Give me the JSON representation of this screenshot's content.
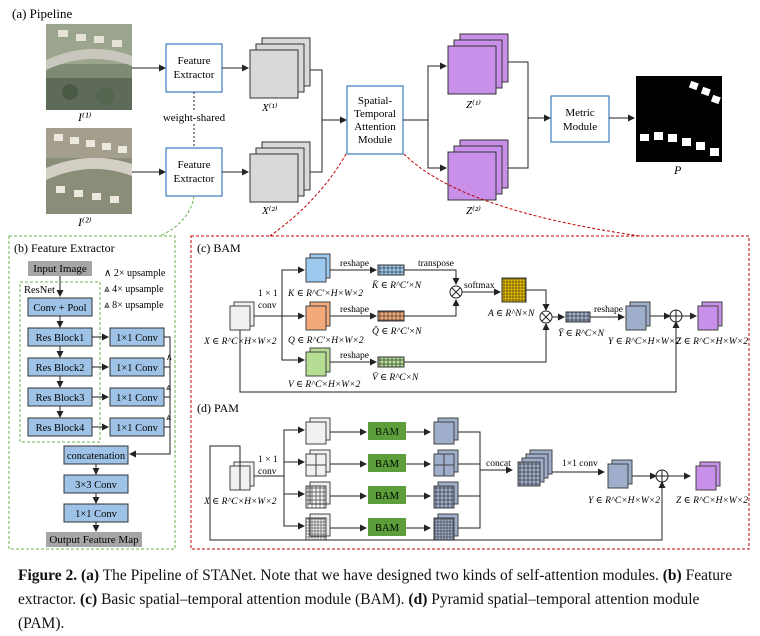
{
  "pipeline": {
    "section_label": "(a) Pipeline",
    "image1_label": "I⁽¹⁾",
    "image2_label": "I⁽²⁾",
    "feature_extractor_label": [
      "Feature",
      "Extractor"
    ],
    "weight_shared": "weight-shared",
    "x1_label": "X⁽¹⁾",
    "x2_label": "X⁽²⁾",
    "stam_label": [
      "Spatial-",
      "Temporal",
      "Attention",
      "Module"
    ],
    "z1_label": "Z⁽¹⁾",
    "z2_label": "Z⁽²⁾",
    "metric_label": [
      "Metric",
      "Module"
    ],
    "p_label": "P"
  },
  "feature_extractor": {
    "section_label": "(b) Feature Extractor",
    "input": "Input Image",
    "resnet": "ResNet",
    "conv_pool": "Conv + Pool",
    "blocks": [
      "Res Block1",
      "Res Block2",
      "Res Block3",
      "Res Block4"
    ],
    "conv1x1": "1×1 Conv",
    "concat": "concatenation",
    "conv3x3": "3×3 Conv",
    "output": "Output Feature Map",
    "legend": [
      "∧ 2× upsample",
      "⩓ 4× upsample",
      "⩓ 8× upsample"
    ]
  },
  "bam": {
    "section_label": "(c) BAM",
    "conv_label": [
      "1 × 1",
      "conv"
    ],
    "x": "X ∈ R^C×H×W×2",
    "k": "K ∈ R^C'×H×W×2",
    "q": "Q ∈ R^C'×H×W×2",
    "v": "V ∈ R^C×H×W×2",
    "k_bar": "K̄ ∈ R^C'×N",
    "q_bar": "Q̄ ∈ R^C'×N",
    "v_bar": "V̄ ∈ R^C×N",
    "reshape": "reshape",
    "transpose": "transpose",
    "softmax": "softmax",
    "a": "A ∈ R^N×N",
    "y_bar": "Ȳ ∈ R^C×N",
    "y": "Y ∈ R^C×H×W×2",
    "z": "Z ∈ R^C×H×W×2"
  },
  "pam": {
    "section_label": "(d) PAM",
    "conv_label": [
      "1 × 1",
      "conv"
    ],
    "x": "X ∈ R^C×H×W×2",
    "bam": "BAM",
    "concat": "concat",
    "conv1x1": "1×1 conv",
    "y": "Y ∈ R^C×H×W×2",
    "z": "Z ∈ R^C×H×W×2"
  },
  "caption": {
    "fig": "Figure 2.",
    "a": "(a)",
    "a_text": " The Pipeline of STANet. Note that we have designed two kinds of self-attention modules.",
    "b": "(b)",
    "b_text": " Feature extractor. ",
    "c": "(c)",
    "c_text": " Basic spatial–temporal attention module (BAM). ",
    "d": "(d)",
    "d_text": " Pyramid spatial–temporal attention module (PAM)."
  },
  "colors": {
    "feature_box_border": "#3b7dbf",
    "feature_cube": "#d9d9d9",
    "z_cube": "#c890e8",
    "k_cube": "#9ec9ef",
    "q_cube": "#f4a978",
    "v_cube": "#b6dd94",
    "resnet_block": "#9ec3e6",
    "label_gray": "#a6a6a6",
    "bam_green": "#5c9e3a",
    "green_dash": "#6ab04c",
    "red_dash": "#c00000",
    "y_cube": "#9eaecb"
  }
}
